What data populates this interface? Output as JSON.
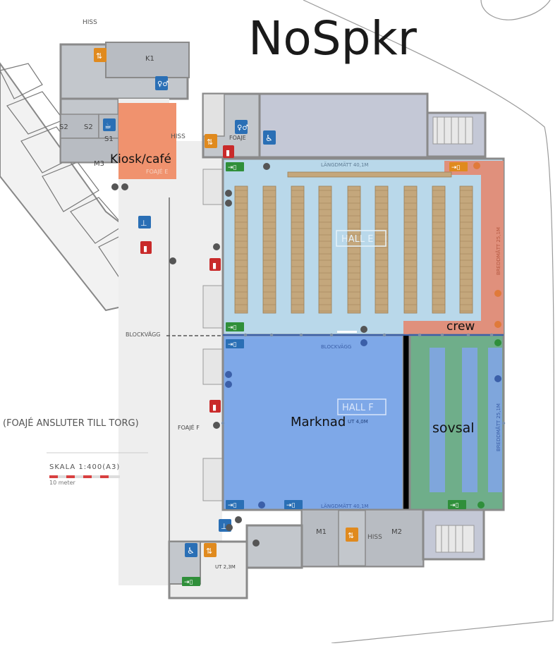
{
  "labels": {
    "title": "NoSpkr",
    "kiosk": "Kiosk/café",
    "crew": "crew",
    "marknad": "Marknad",
    "sovsal": "sovsal",
    "foaje_torg": "(FOAJÉ ANSLUTER TILL TORG)",
    "blockvagg_left": "BLOCKVÄGG",
    "blockvagg_center": "BLOCKVÄGG",
    "hiss": "HISS",
    "k1": "K1",
    "s1": "S1",
    "s2": "S2",
    "s2b": "S2",
    "m3": "M3",
    "m1": "M1",
    "m2": "M2",
    "foaje_e": "FOAJÉ E",
    "foaje": "FOAJE",
    "foaje_f": "FOAJÉ F",
    "hall_e": "HALL E",
    "hall_f": "HALL F",
    "langdmatt_top": "LÄNGDMÄTT 40,1M",
    "langdmatt_bottom": "LÄNGDMÄTT 40,1M",
    "breddmatt_top": "BREDDMÅTT 25,1M",
    "breddmatt_bottom": "BREDDMÅTT 25,1M",
    "ut_40": "UT 4,0M",
    "ut_23": "UT 2,3M",
    "skala": "SKALA 1:400(A3)",
    "meter": "10 meter"
  },
  "colors": {
    "kiosk": "#f0926e",
    "hall_e": "#b9d8ea",
    "hall_f": "#7ea8e8",
    "crew": "#e0907c",
    "sovsal": "#6fae8a",
    "sovsal_bed": "#7fa6dc",
    "wall": "#8a8a8a",
    "service": "#c3c7cc",
    "corridor": "#eeeeee",
    "table": "#c4a77c"
  },
  "icons": {
    "wc": "wc-icon",
    "accessible": "accessible-wc-icon",
    "elevator": "elevator-icon",
    "extinguisher": "fire-extinguisher-icon",
    "exit": "emergency-exit-icon",
    "cafe": "coffee-cup-icon",
    "water": "water-tap-icon"
  }
}
